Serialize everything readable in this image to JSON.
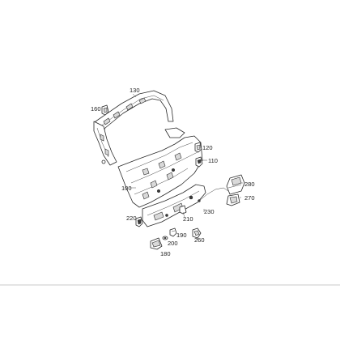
{
  "diagram": {
    "callouts": {
      "p100": "100",
      "p110": "110",
      "p120": "120",
      "p130": "130",
      "p160": "160",
      "p180": "180",
      "p190": "190",
      "p200": "200",
      "p210": "210",
      "p220": "220",
      "p230": "230",
      "p260": "260",
      "p270": "270",
      "p280": "280"
    }
  }
}
